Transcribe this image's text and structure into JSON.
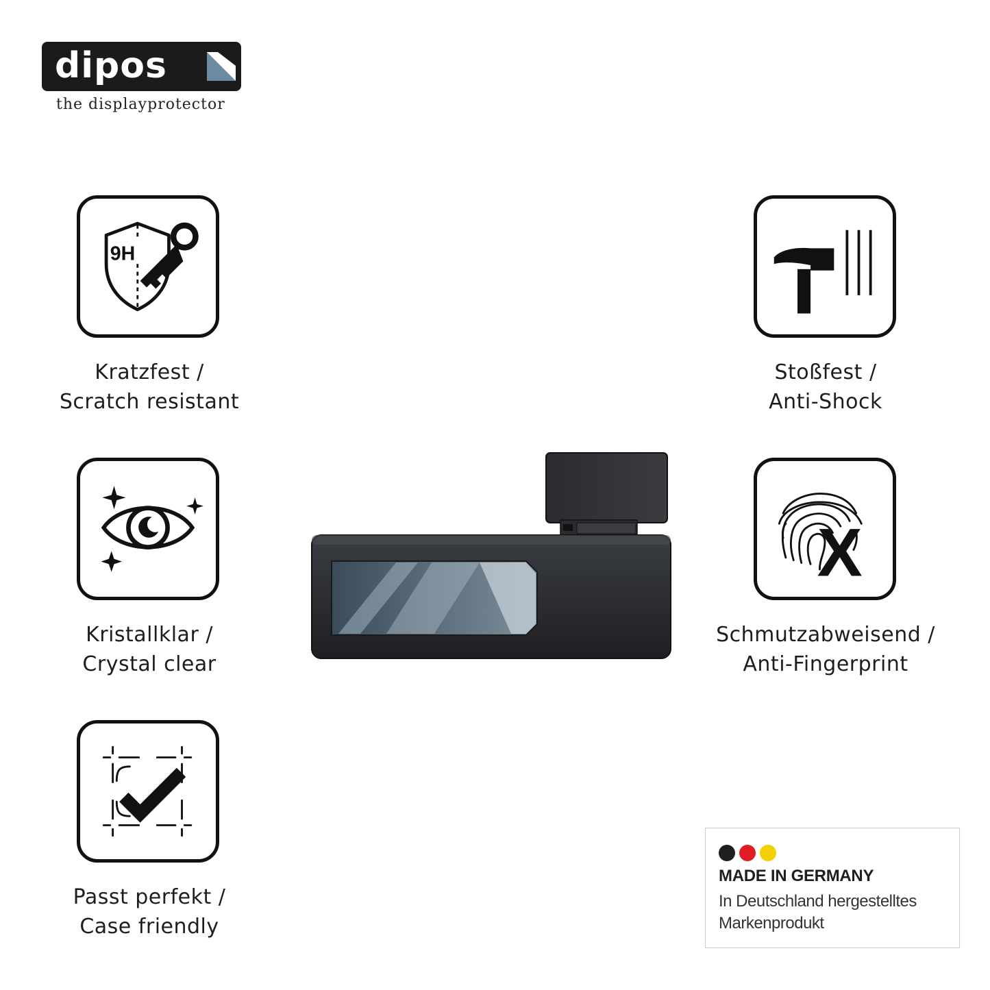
{
  "logo": {
    "brand": "dipos",
    "tagline": "the displayprotector"
  },
  "features": {
    "scratch": {
      "line1": "Kratzfest /",
      "line2": "Scratch resistant",
      "badge": "9H"
    },
    "shock": {
      "line1": "Stoßfest /",
      "line2": "Anti-Shock"
    },
    "clear": {
      "line1": "Kristallklar /",
      "line2": "Crystal clear"
    },
    "fingerprint": {
      "line1": "Schmutzabweisend /",
      "line2": "Anti-Fingerprint"
    },
    "fit": {
      "line1": "Passt perfekt /",
      "line2": "Case friendly"
    }
  },
  "badge": {
    "title": "MADE IN GERMANY",
    "line1": "In Deutschland hergestelltes",
    "line2": "Markenprodukt",
    "flag_colors": [
      "#1f1f1f",
      "#e31b23",
      "#f5d000"
    ]
  },
  "icons": [
    "shield-key-icon",
    "hammer-icon",
    "eye-icon",
    "fingerprint-icon",
    "checkmark-frame-icon"
  ]
}
